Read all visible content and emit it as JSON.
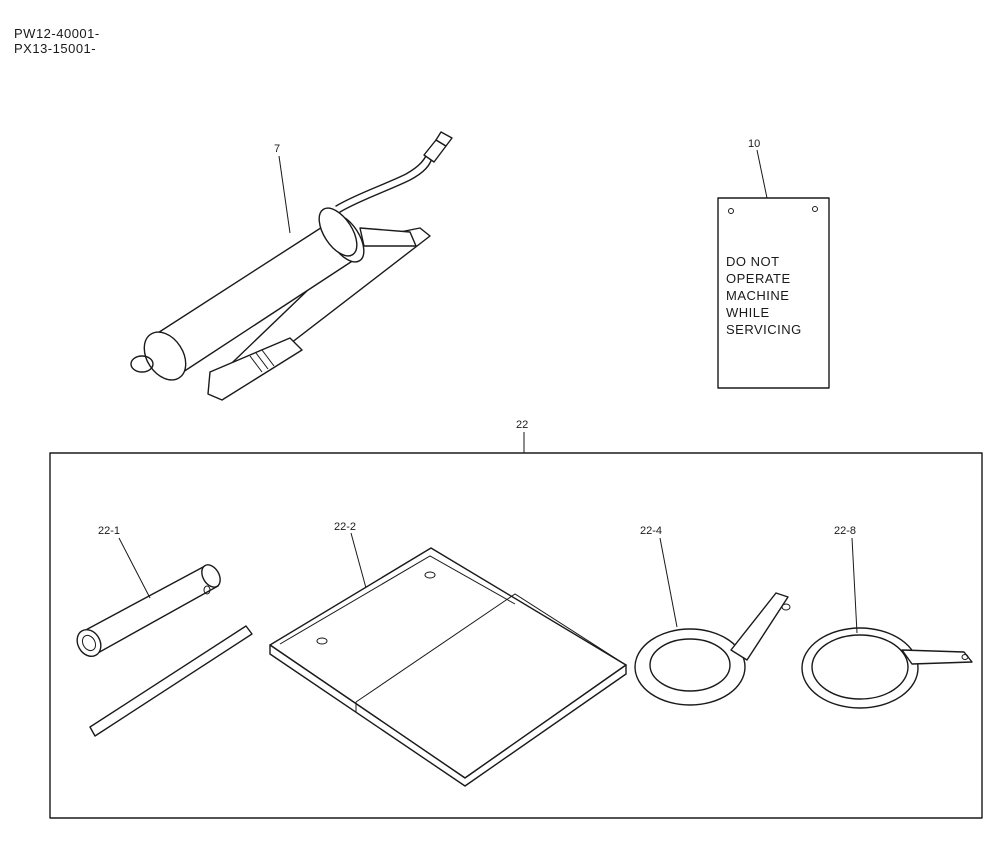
{
  "serials": [
    "PW12-40001-",
    "PX13-15001-"
  ],
  "parts": {
    "grease_gun": "7",
    "warning_tag": "10",
    "tool_kit": "22",
    "box_wrench": "22-1",
    "tool_bag": "22-2",
    "spanner_small": "22-4",
    "spanner_large": "22-8"
  },
  "tag_text": [
    "DO NOT",
    "OPERATE",
    "MACHINE",
    "WHILE",
    "SERVICING"
  ]
}
